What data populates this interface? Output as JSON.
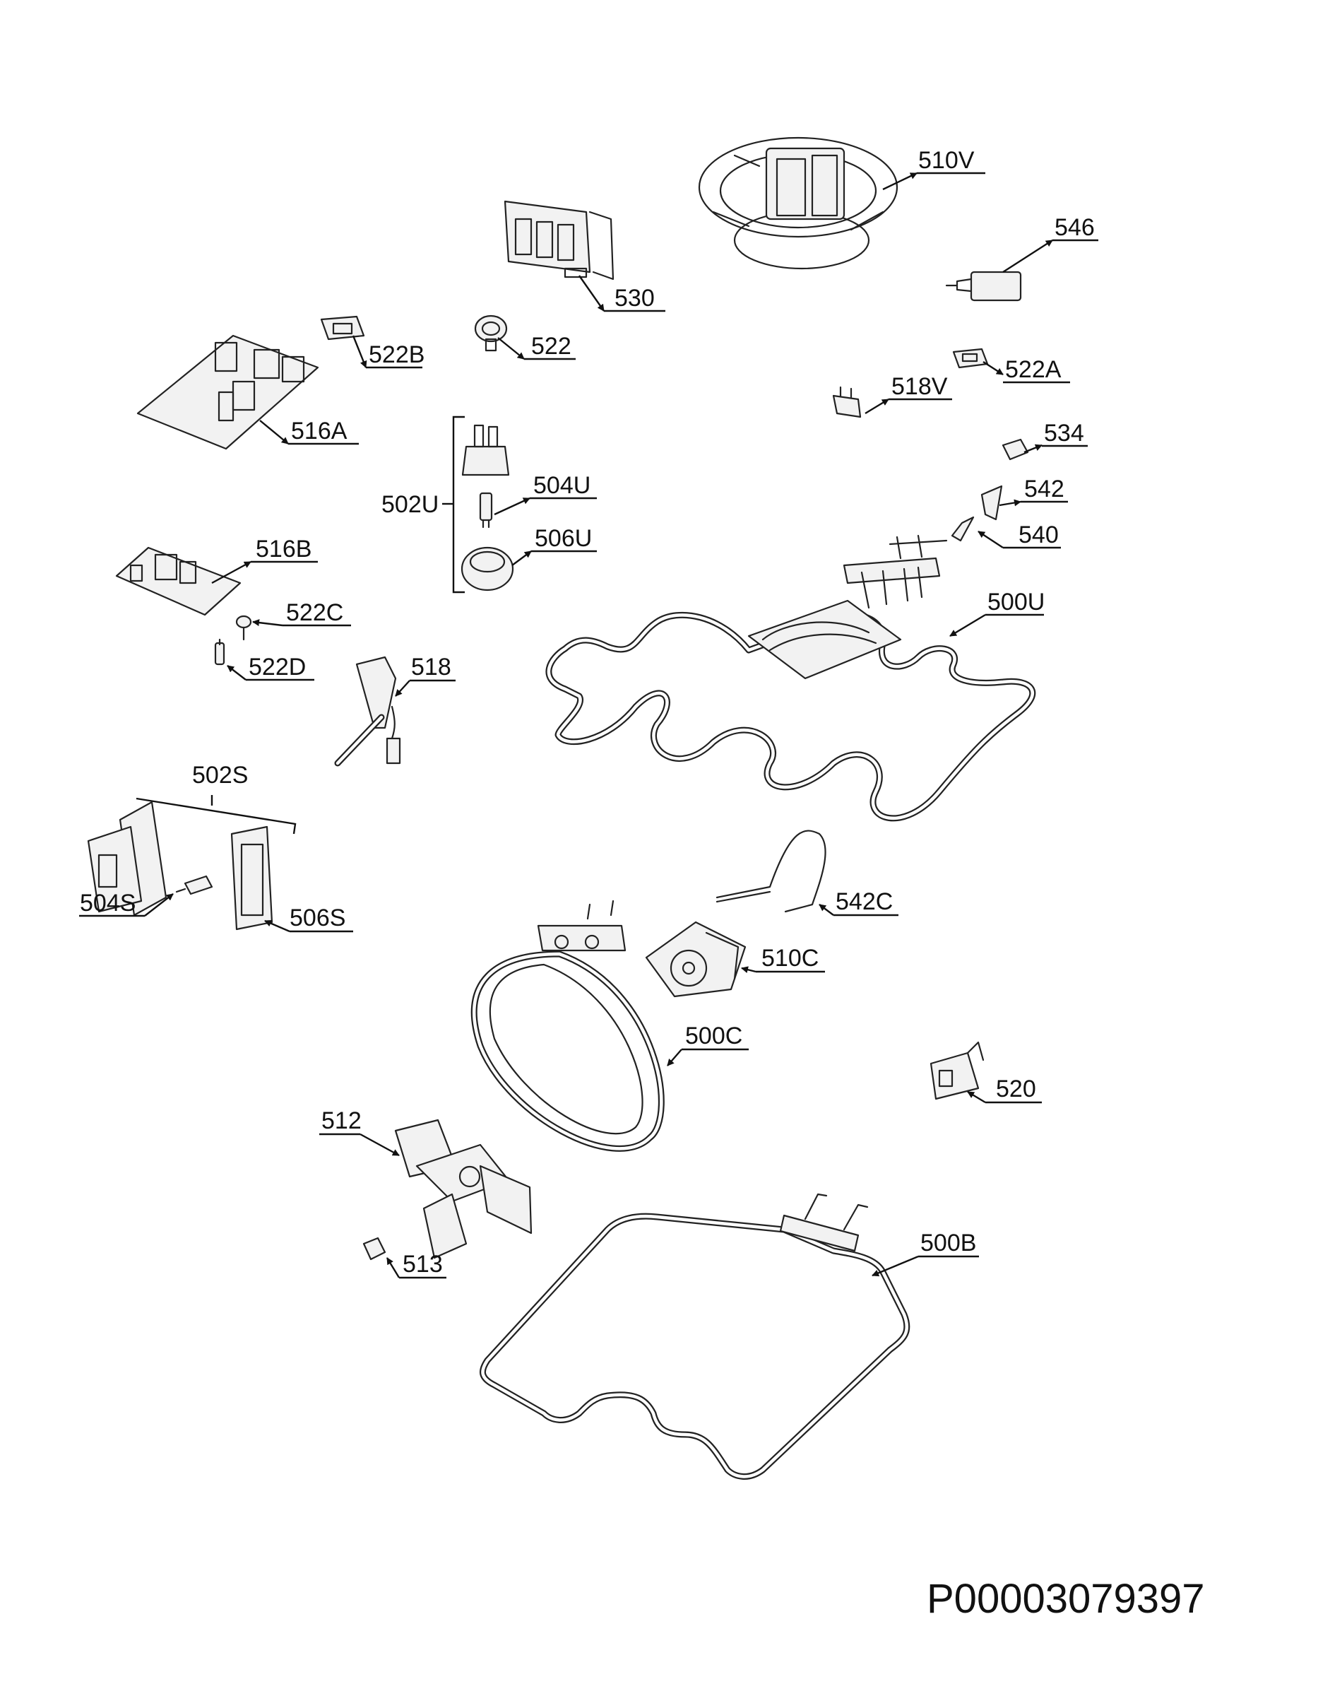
{
  "labels": {
    "p510V": "510V",
    "p546": "546",
    "p530": "530",
    "p522B": "522B",
    "p522": "522",
    "p522A": "522A",
    "p518V": "518V",
    "p516A": "516A",
    "p534": "534",
    "p502U": "502U",
    "p504U": "504U",
    "p542": "542",
    "p540": "540",
    "p506U": "506U",
    "p516B": "516B",
    "p522C": "522C",
    "p500U": "500U",
    "p522D": "522D",
    "p518": "518",
    "p502S": "502S",
    "p504S": "504S",
    "p506S": "506S",
    "p542C": "542C",
    "p510C": "510C",
    "p500C": "500C",
    "p520": "520",
    "p512": "512",
    "p500B": "500B",
    "p513": "513"
  },
  "document_number": "P00003079397"
}
